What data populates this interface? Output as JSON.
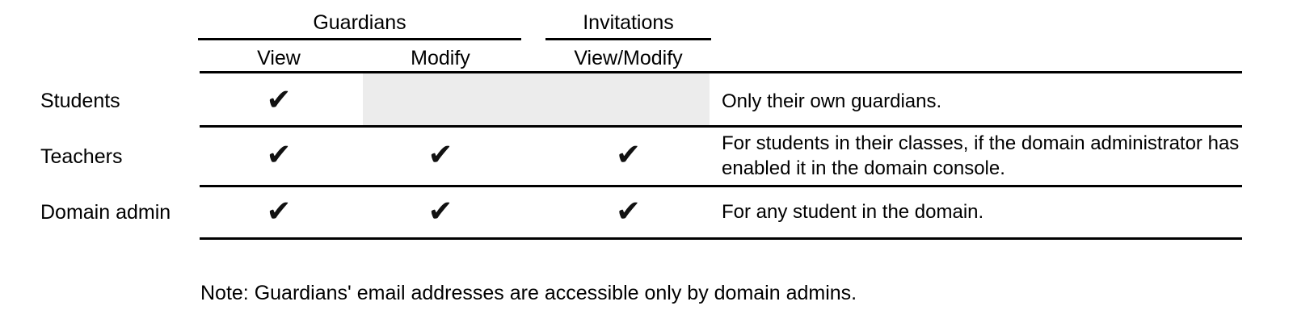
{
  "colors": {
    "background": "#ffffff",
    "text": "#000000",
    "rule": "#000000",
    "check": "#111111",
    "disabled_cell_bg": "#ececec"
  },
  "table": {
    "groups": [
      {
        "label": "Guardians"
      },
      {
        "label": "Invitations"
      }
    ],
    "columns": [
      "View",
      "Modify",
      "View/Modify"
    ],
    "check_glyph": "✔",
    "rows": [
      {
        "label": "Students",
        "checks": {
          "guardians_view": true,
          "guardians_modify": false,
          "invitations_view_modify": false
        },
        "note": "Only their own guardians."
      },
      {
        "label": "Teachers",
        "checks": {
          "guardians_view": true,
          "guardians_modify": true,
          "invitations_view_modify": true
        },
        "note": "For students in their classes, if the domain administrator has enabled it in the domain console."
      },
      {
        "label": "Domain admin",
        "checks": {
          "guardians_view": true,
          "guardians_modify": true,
          "invitations_view_modify": true
        },
        "note": "For any student in the domain."
      }
    ],
    "footnote": "Note: Guardians' email addresses are accessible only by domain admins."
  }
}
